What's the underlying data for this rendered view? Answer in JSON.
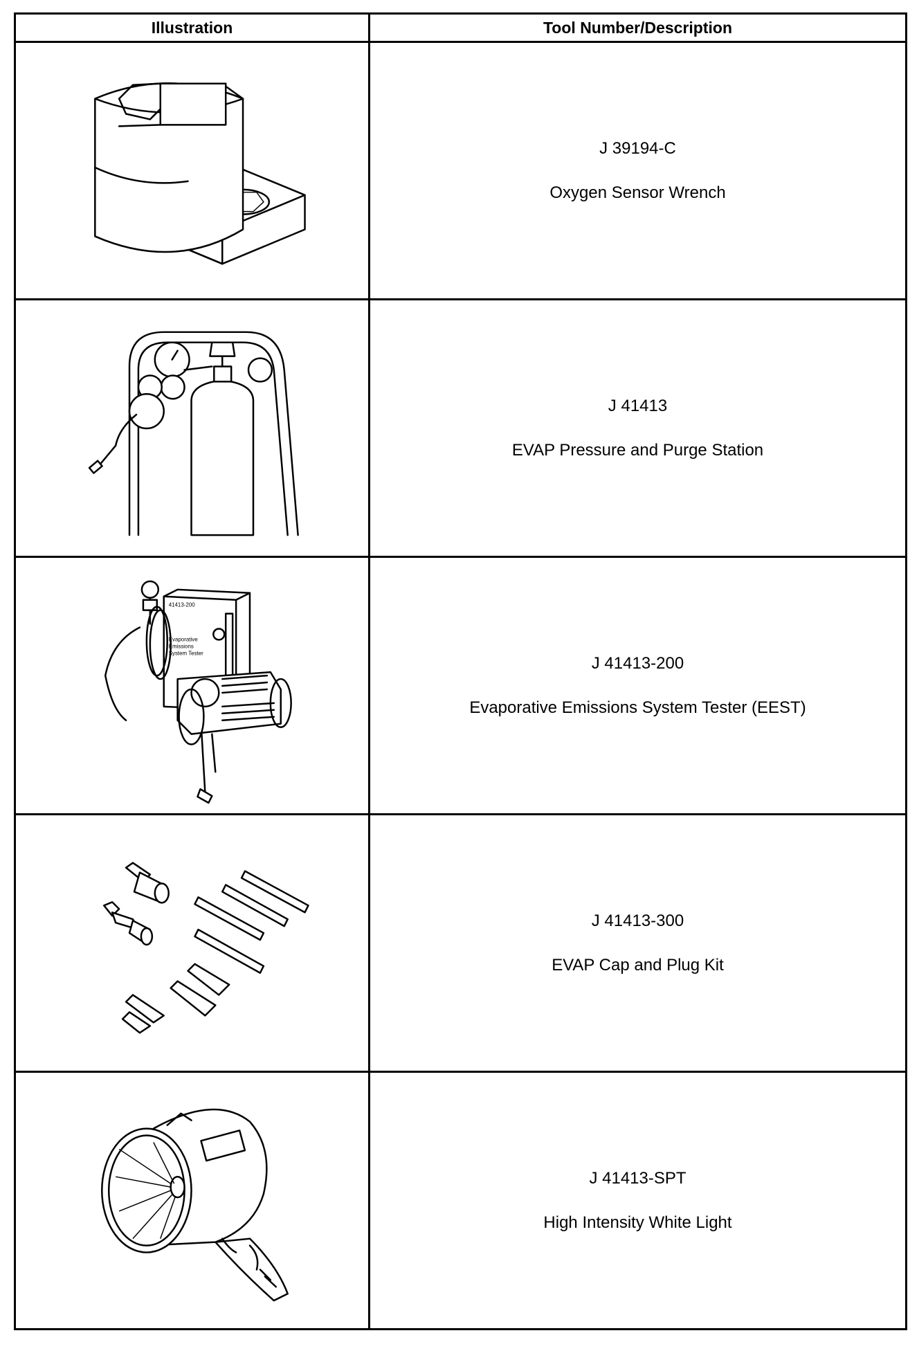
{
  "header": {
    "illustration": "Illustration",
    "description": "Tool Number/Description"
  },
  "tools": [
    {
      "number": "J 39194-C",
      "name": "Oxygen Sensor Wrench",
      "icon": "oxygen-sensor-wrench-icon"
    },
    {
      "number": "J 41413",
      "name": "EVAP Pressure and Purge Station",
      "icon": "evap-purge-station-icon"
    },
    {
      "number": "J 41413-200",
      "name": "Evaporative Emissions System Tester (EEST)",
      "icon": "eest-tester-icon"
    },
    {
      "number": "J 41413-300",
      "name": "EVAP Cap and Plug Kit",
      "icon": "cap-plug-kit-icon"
    },
    {
      "number": "J 41413-SPT",
      "name": "High Intensity White Light",
      "icon": "white-light-icon"
    }
  ]
}
